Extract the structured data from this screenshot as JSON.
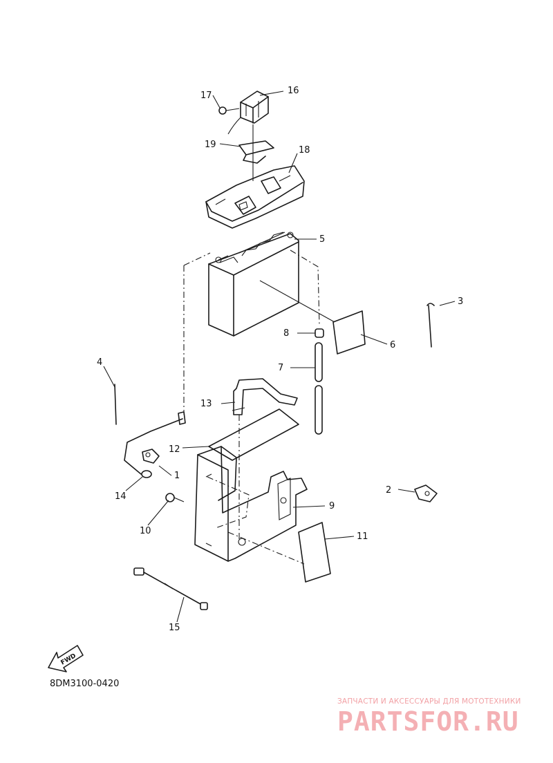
{
  "diagram": {
    "callouts": [
      "1",
      "2",
      "3",
      "4",
      "5",
      "6",
      "7",
      "8",
      "9",
      "10",
      "11",
      "12",
      "13",
      "14",
      "15",
      "16",
      "17",
      "18",
      "19"
    ],
    "fwd_label": "FWD",
    "part_code": "8DM3100-0420"
  },
  "watermark": {
    "tagline": "ЗАПЧАСТИ И АКСЕССУАРЫ ДЛЯ МОТОТЕХНИКИ",
    "logo": "PARTSFOR.RU"
  }
}
